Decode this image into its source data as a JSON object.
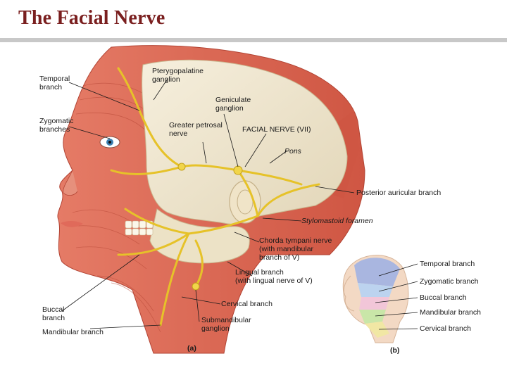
{
  "slide": {
    "title": "The Facial Nerve"
  },
  "figure_a": {
    "panel_label": "(a)",
    "labels": {
      "temporal_branch": "Temporal\nbranch",
      "zygomatic_branches": "Zygomatic\nbranches",
      "pterygopalatine_ganglion": "Pterygopalatine\nganglion",
      "geniculate_ganglion": "Geniculate\nganglion",
      "greater_petrosal_nerve": "Greater petrosal\nnerve",
      "facial_nerve_vii": "FACIAL NERVE (VII)",
      "pons": "Pons",
      "posterior_auricular_branch": "Posterior auricular branch",
      "stylomastoid_foramen": "Stylomastoid foramen",
      "chorda_tympani": "Chorda tympani nerve\n(with mandibular\nbranch of V)",
      "lingual_branch": "Lingual branch\n(with lingual nerve of V)",
      "buccal_branch": "Buccal\nbranch",
      "mandibular_branch": "Mandibular branch",
      "cervical_branch": "Cervical branch",
      "submandibular_ganglion": "Submandibular\nganglion"
    }
  },
  "figure_b": {
    "panel_label": "(b)",
    "labels": {
      "temporal": "Temporal branch",
      "zygomatic": "Zygomatic branch",
      "buccal": "Buccal branch",
      "mandibular": "Mandibular branch",
      "cervical": "Cervical branch"
    },
    "region_colors": {
      "temporal": "#a9b6e0",
      "zygomatic": "#bcd3ef",
      "buccal": "#f2c6d8",
      "mandibular": "#c9e6a8",
      "cervical": "#f1e7a4"
    }
  },
  "colors": {
    "title": "#7a1f1f",
    "muscle": "#d9634e",
    "nerve": "#e6c229",
    "bone": "#efe6cf",
    "skin": "#f3d9c4"
  }
}
